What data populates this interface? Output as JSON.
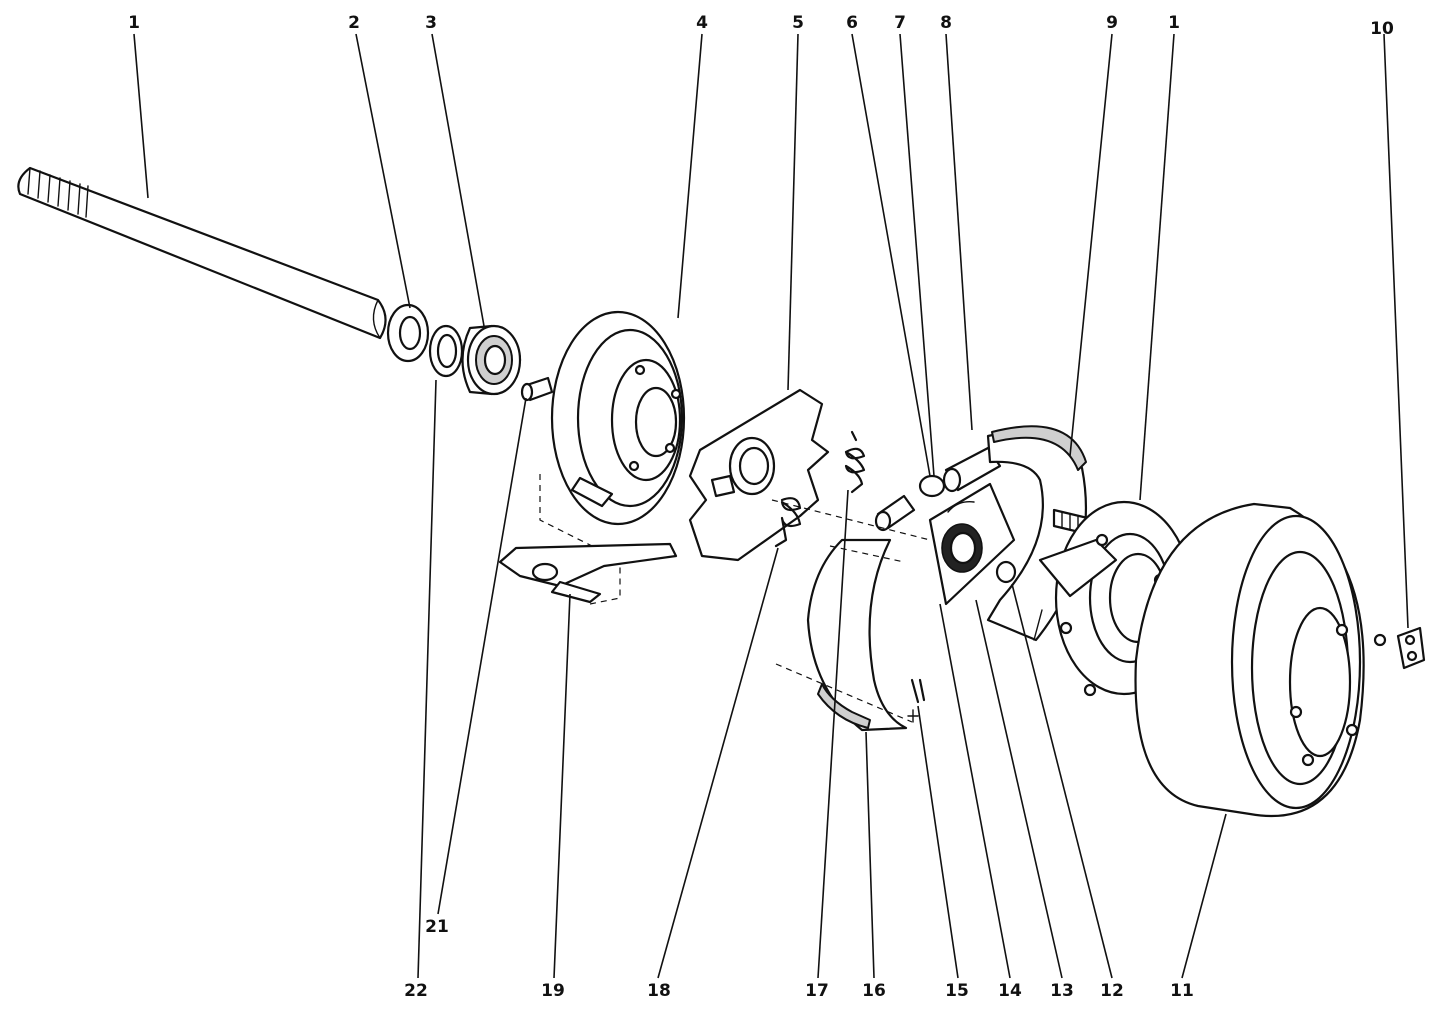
{
  "callouts": [
    {
      "id": "c1-top",
      "label": "1"
    },
    {
      "id": "c2",
      "label": "2"
    },
    {
      "id": "c3",
      "label": "3"
    },
    {
      "id": "c4",
      "label": "4"
    },
    {
      "id": "c5",
      "label": "5"
    },
    {
      "id": "c6",
      "label": "6"
    },
    {
      "id": "c7",
      "label": "7"
    },
    {
      "id": "c8",
      "label": "8"
    },
    {
      "id": "c9",
      "label": "9"
    },
    {
      "id": "c1-hub",
      "label": "1"
    },
    {
      "id": "c10",
      "label": "10"
    },
    {
      "id": "c22",
      "label": "22"
    },
    {
      "id": "c21",
      "label": "21"
    },
    {
      "id": "c19",
      "label": "19"
    },
    {
      "id": "c18",
      "label": "18"
    },
    {
      "id": "c17",
      "label": "17"
    },
    {
      "id": "c16",
      "label": "16"
    },
    {
      "id": "c15",
      "label": "15"
    },
    {
      "id": "c14",
      "label": "14"
    },
    {
      "id": "c13",
      "label": "13"
    },
    {
      "id": "c12",
      "label": "12"
    },
    {
      "id": "c11",
      "label": "11"
    }
  ]
}
